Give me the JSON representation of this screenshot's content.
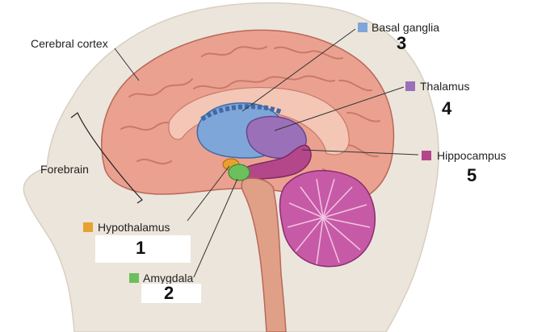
{
  "labels": {
    "cerebral_cortex": "Cerebral cortex",
    "forebrain": "Forebrain",
    "basal_ganglia": "Basal ganglia",
    "thalamus": "Thalamus",
    "hippocampus": "Hippocampus",
    "hypothalamus": "Hypothalamus",
    "amygdala": "Amygdala"
  },
  "numbers": {
    "hypothalamus": "1",
    "amygdala": "2",
    "basal_ganglia": "3",
    "thalamus": "4",
    "hippocampus": "5"
  },
  "colors": {
    "head_skin": "#e9e2d8",
    "brain": "#eba190",
    "basal_ganglia": "#7ea6d9",
    "thalamus": "#9a71b9",
    "hippocampus": "#b4478a",
    "hypothalamus": "#e8a030",
    "amygdala": "#6cbf5c",
    "cerebellum": "#b33c92"
  }
}
